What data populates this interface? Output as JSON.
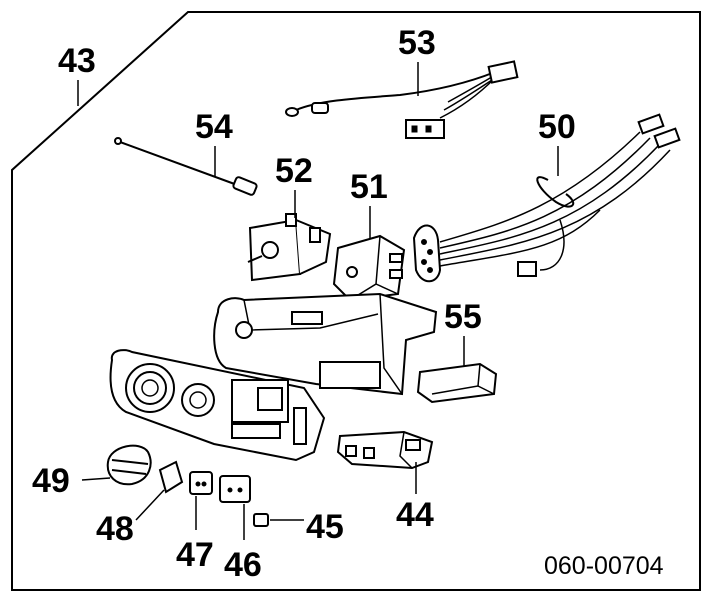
{
  "diagram": {
    "callouts": {
      "c43": "43",
      "c53": "53",
      "c54": "54",
      "c52": "52",
      "c51": "51",
      "c50": "50",
      "c55": "55",
      "c49": "49",
      "c48": "48",
      "c47": "47",
      "c46": "46",
      "c45": "45",
      "c44": "44"
    },
    "drawing_number": "060-00704"
  }
}
